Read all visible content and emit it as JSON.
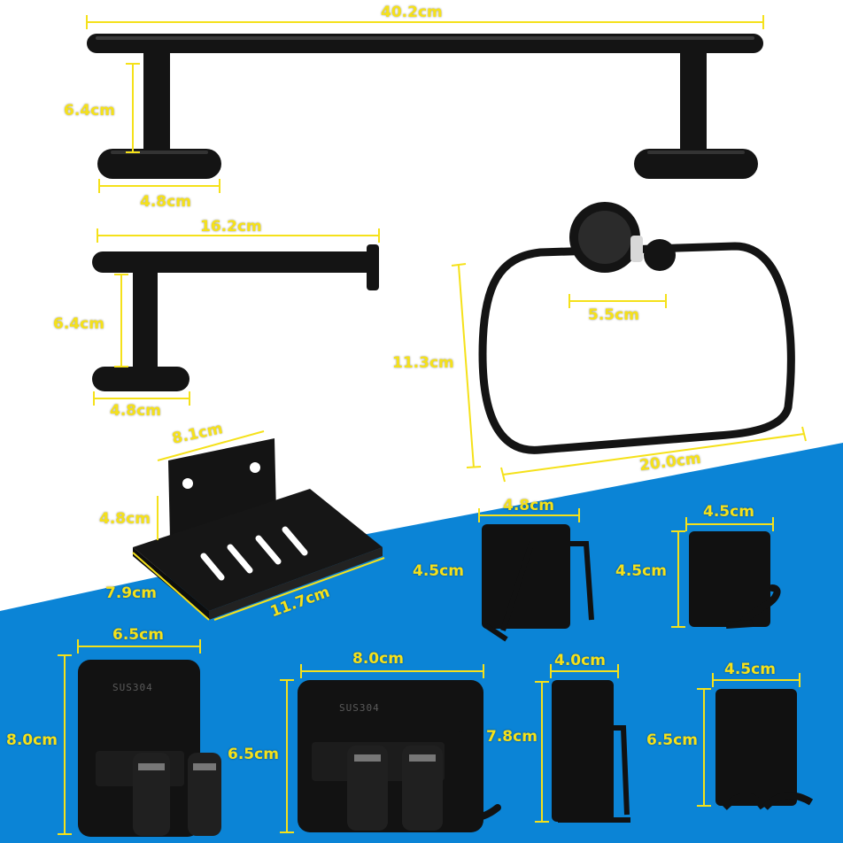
{
  "colors": {
    "background_top": "#ffffff",
    "background_bottom": "#0b84d6",
    "product": "#111111",
    "dimension_line": "#f5e11a"
  },
  "products": {
    "towel_bar": {
      "length": "40.2cm",
      "height": "6.4cm",
      "base": "4.8cm"
    },
    "paper_holder": {
      "length": "16.2cm",
      "height": "6.4cm",
      "base": "4.8cm"
    },
    "towel_ring": {
      "height": "11.3cm",
      "width": "20.0cm",
      "base": "5.5cm"
    },
    "soap_dish": {
      "back_width": "8.1cm",
      "back_height": "4.8cm",
      "depth": "7.9cm",
      "length": "11.7cm"
    },
    "sponge_holder": {
      "width": "4.8cm",
      "height": "4.5cm"
    },
    "single_hook": {
      "width": "4.5cm",
      "height": "4.5cm"
    },
    "mop_holder_small": {
      "width": "6.5cm",
      "height": "8.0cm",
      "engraving": "SUS304"
    },
    "mop_holder_large": {
      "width": "8.0cm",
      "height": "6.5cm",
      "engraving": "SUS304"
    },
    "toothbrush_holder": {
      "width": "4.0cm",
      "height": "7.8cm"
    },
    "double_hook": {
      "width": "4.5cm",
      "height": "6.5cm"
    }
  }
}
